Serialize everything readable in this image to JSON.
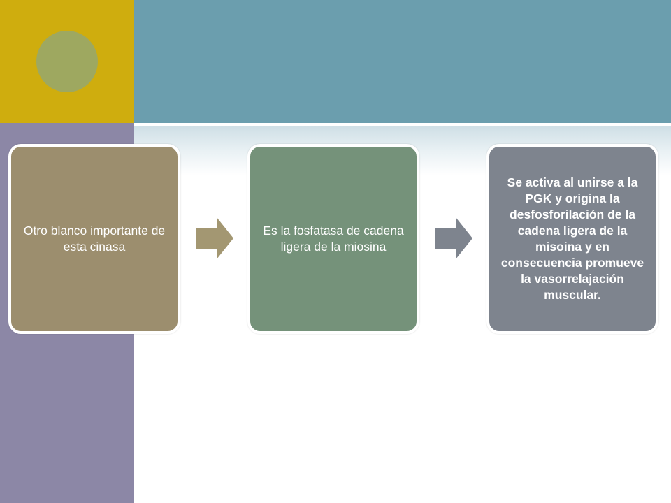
{
  "colors": {
    "gold": "#cfad0e",
    "olive_circle": "#9ea860",
    "teal": "#6b9eae",
    "purple": "#8c87a6",
    "box_1": "#9c8e6e",
    "box_2": "#75927a",
    "box_3": "#7e848e",
    "arrow_1": "#a39772",
    "arrow_2": "#7e848e"
  },
  "diagram": {
    "steps": [
      {
        "text": "Otro blanco importante de esta cinasa"
      },
      {
        "text": "Es la fosfatasa de cadena ligera de la miosina"
      },
      {
        "text": "Se activa al unirse a la PGK y origina la desfosforilación de la cadena ligera de la misoina y en consecuencia promueve la vasorrelajación muscular."
      }
    ],
    "arrows": [
      {
        "icon": "right-arrow-icon"
      },
      {
        "icon": "right-arrow-icon"
      }
    ]
  }
}
